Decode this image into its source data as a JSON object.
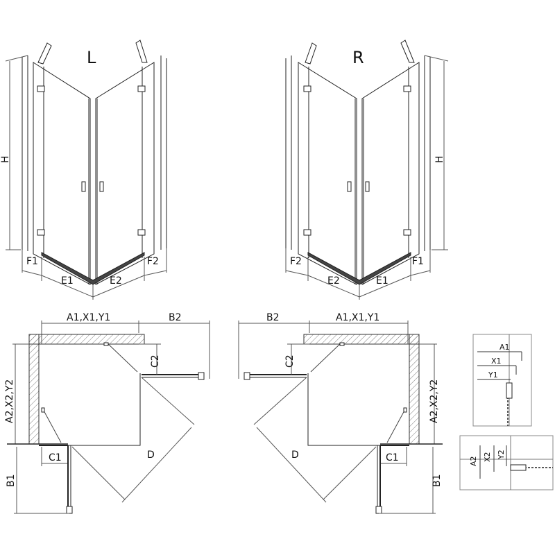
{
  "top_left": {
    "title": "L",
    "height_label": "H",
    "labels": [
      "F1",
      "E1",
      "E2",
      "F2"
    ]
  },
  "top_right": {
    "title": "R",
    "height_label": "H",
    "labels": [
      "F2",
      "E2",
      "E1",
      "F1"
    ]
  },
  "plan_left": {
    "width_label": "A1,X1,Y1",
    "b2_label": "B2",
    "c2_label": "C2",
    "depth_label": "A2,X2,Y2",
    "c1_label": "C1",
    "d_label": "D",
    "b1_label": "B1"
  },
  "plan_right": {
    "width_label": "A1,X1,Y1",
    "b2_label": "B2",
    "c2_label": "C2",
    "depth_label": "A2,X2,Y2",
    "c1_label": "C1",
    "d_label": "D",
    "b1_label": "B1"
  },
  "detail_top": {
    "labels": [
      "A1",
      "X1",
      "Y1"
    ]
  },
  "detail_bottom": {
    "labels": [
      "A2",
      "X2",
      "Y2"
    ]
  }
}
